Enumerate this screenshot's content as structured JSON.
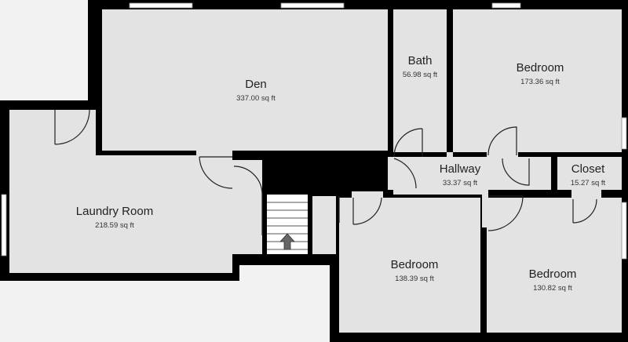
{
  "rooms": {
    "den": {
      "name": "Den",
      "area": "337.00 sq ft"
    },
    "bath": {
      "name": "Bath",
      "area": "56.98 sq ft"
    },
    "bedroom1": {
      "name": "Bedroom",
      "area": "173.36 sq ft"
    },
    "hallway": {
      "name": "Hallway",
      "area": "33.37 sq ft"
    },
    "closet": {
      "name": "Closet",
      "area": "15.27 sq ft"
    },
    "laundry": {
      "name": "Laundry Room",
      "area": "218.59 sq ft"
    },
    "bedroom2": {
      "name": "Bedroom",
      "area": "138.39 sq ft"
    },
    "bedroom3": {
      "name": "Bedroom",
      "area": "130.82 sq ft"
    }
  },
  "icons": {
    "stairs_direction": "up-arrow-icon"
  },
  "colors": {
    "wall": "#000000",
    "floor": "#e3e3e3",
    "background": "#f2f2f2"
  }
}
